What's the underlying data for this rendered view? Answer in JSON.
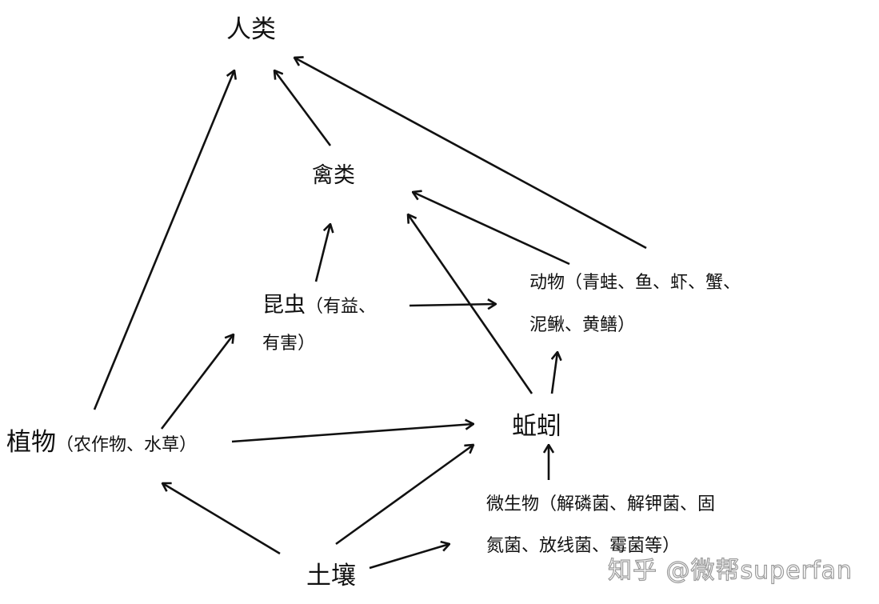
{
  "nodes": {
    "humans": "人类",
    "poultry": "禽类",
    "insects": "昆虫",
    "insects_detail_1": "（有益、",
    "insects_detail_2": "有害）",
    "animals_1": "动物（青蛙、鱼、虾、蟹、",
    "animals_2": "泥鳅、黄鳝）",
    "plants": "植物",
    "plants_detail": "（农作物、水草）",
    "earthworm": "蚯蚓",
    "microbes_1": "微生物（解磷菌、解钾菌、固",
    "microbes_2": "氮菌、放线菌、霉菌等）",
    "soil": "土壤"
  },
  "watermark": "知乎 @微帮superfan",
  "edges": [
    {
      "from": "plants",
      "to": "humans"
    },
    {
      "from": "poultry",
      "to": "humans"
    },
    {
      "from": "animals",
      "to": "humans"
    },
    {
      "from": "insects",
      "to": "poultry"
    },
    {
      "from": "animals",
      "to": "poultry"
    },
    {
      "from": "earthworm",
      "to": "poultry"
    },
    {
      "from": "insects",
      "to": "animals"
    },
    {
      "from": "plants",
      "to": "insects"
    },
    {
      "from": "plants",
      "to": "earthworm"
    },
    {
      "from": "earthworm",
      "to": "animals"
    },
    {
      "from": "microbes",
      "to": "earthworm"
    },
    {
      "from": "soil",
      "to": "plants"
    },
    {
      "from": "soil",
      "to": "earthworm"
    },
    {
      "from": "soil",
      "to": "microbes"
    }
  ]
}
